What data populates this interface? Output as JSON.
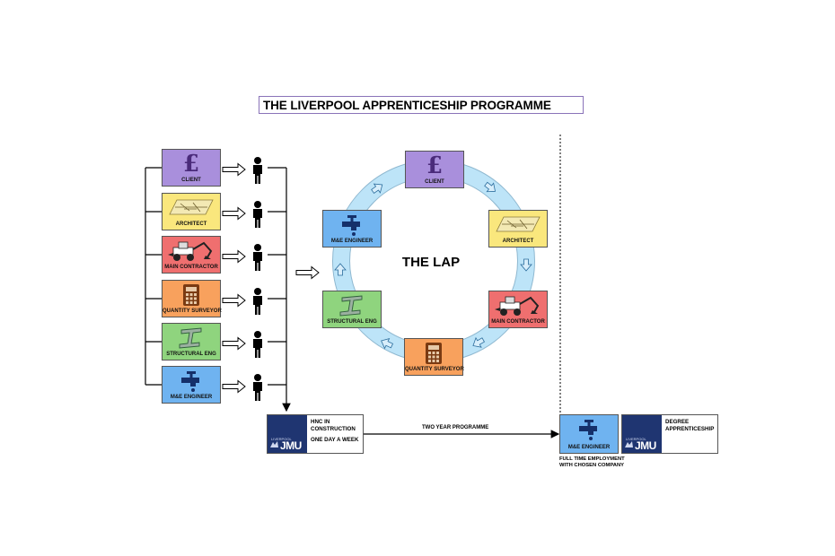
{
  "title": "THE LIVERPOOL APPRENTICESHIP PROGRAMME",
  "roles": [
    {
      "label": "CLIENT",
      "icon": "pound-icon",
      "color": "#a98fdc"
    },
    {
      "label": "ARCHITECT",
      "icon": "drawing-icon",
      "color": "#fae77d"
    },
    {
      "label": "MAIN CONTRACTOR",
      "icon": "digger-icon",
      "color": "#ef6f6f"
    },
    {
      "label": "QUANTITY SURVEYOR",
      "icon": "calculator-icon",
      "color": "#f8a15d"
    },
    {
      "label": "STRUCTURAL ENG",
      "icon": "steel-beam-icon",
      "color": "#8fd47e"
    },
    {
      "label": "M&E ENGINEER",
      "icon": "tap-icon",
      "color": "#6fb3f0"
    }
  ],
  "pound_symbol": "£",
  "cycle_label": "THE LAP",
  "hnc": {
    "line1": "HNC IN",
    "line2": "CONSTRUCTION",
    "line3": "ONE DAY A WEEK"
  },
  "programme_label": "TWO YEAR PROGRAMME",
  "employment": {
    "line1": "FULL TIME EMPLOYMENT",
    "line2": "WITH CHOSEN COMPANY"
  },
  "degree": {
    "line1": "DEGREE",
    "line2": "APPRENTICESHIP"
  },
  "jmu": {
    "small": "LIVERPOOL",
    "text": "JMU"
  }
}
